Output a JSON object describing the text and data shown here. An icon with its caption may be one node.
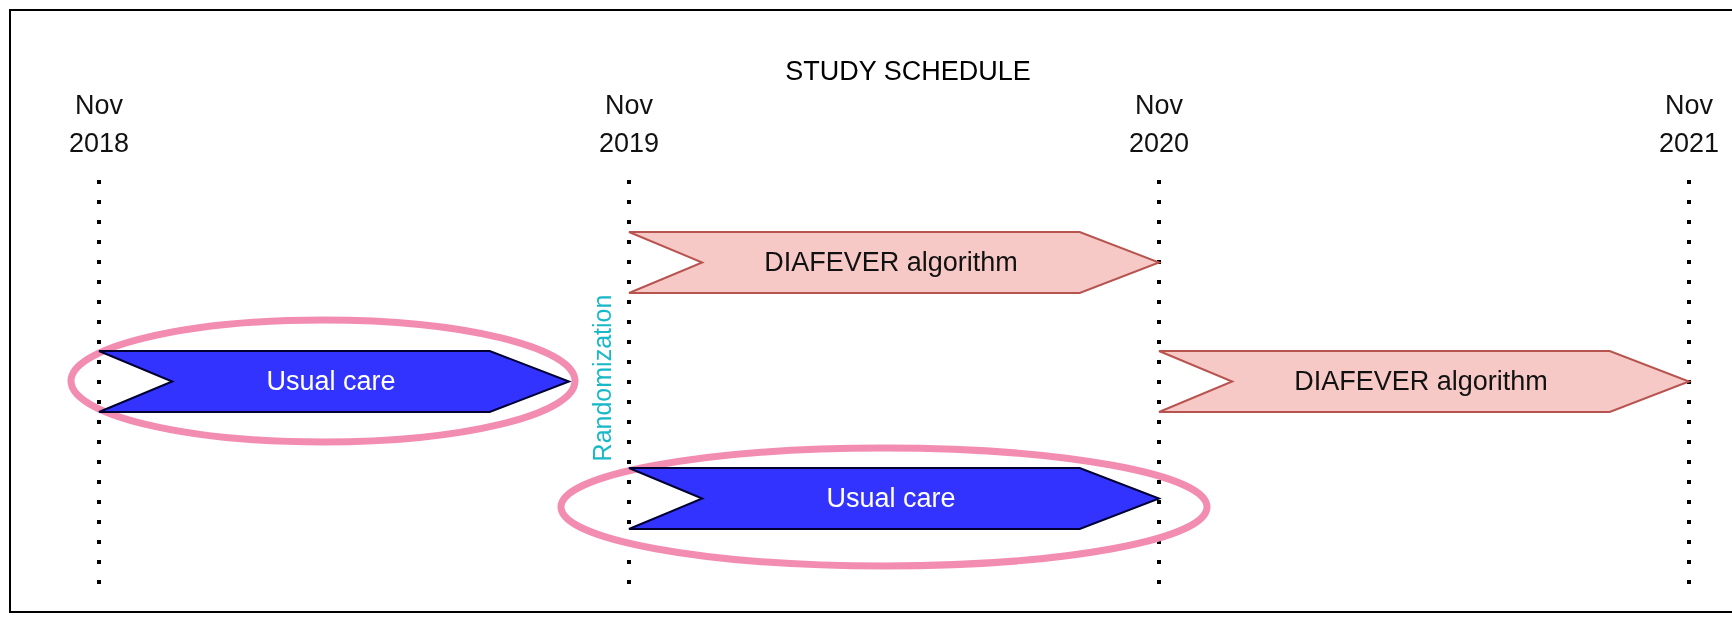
{
  "diagram": {
    "title": "STUDY SCHEDULE",
    "nodes": [
      {
        "text": [
          "DIAFEVER algorithm"
        ]
      },
      {
        "text": [
          "Usual care"
        ]
      },
      {
        "text": [
          "DIAFEVER algorithm"
        ]
      },
      {
        "text": [
          "Usual care"
        ]
      }
    ],
    "labels": [
      "Nov 2018",
      "Nov 2019",
      "Nov 2020",
      "Nov 2021",
      "Randomization"
    ]
  }
}
